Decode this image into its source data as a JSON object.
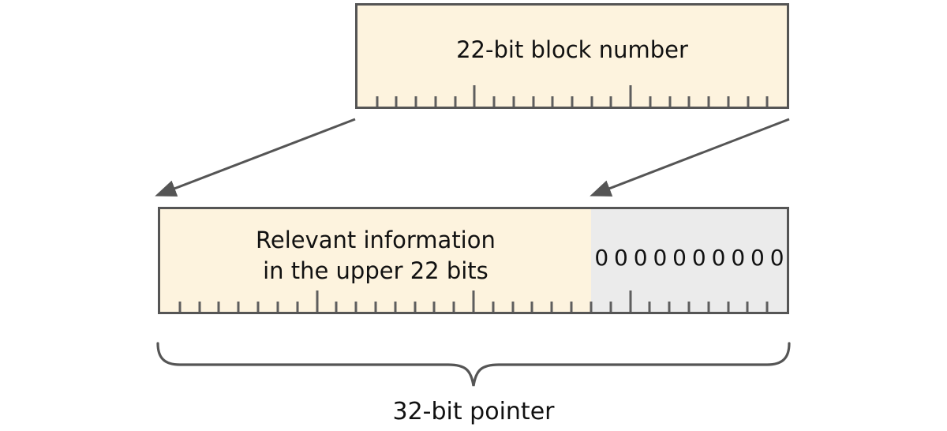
{
  "colors": {
    "cream": "#FDF3DE",
    "gray": "#EBEBEB",
    "border": "#555555",
    "tick": "#5E5E5E",
    "arrow": "#555555",
    "text": "#111111"
  },
  "top_box": {
    "label": "22-bit block number",
    "bits": 22,
    "tall_ticks": [
      6,
      14
    ]
  },
  "bottom_box": {
    "label_line1": "Relevant information",
    "label_line2": "in the upper 22 bits",
    "zeros": "0 0 0 0 0 0 0 0 0 0",
    "total_bits": 32,
    "upper_bits": 22,
    "zero_bits": 10,
    "tall_ticks": [
      8,
      16,
      24
    ]
  },
  "brace_label": "32-bit pointer"
}
